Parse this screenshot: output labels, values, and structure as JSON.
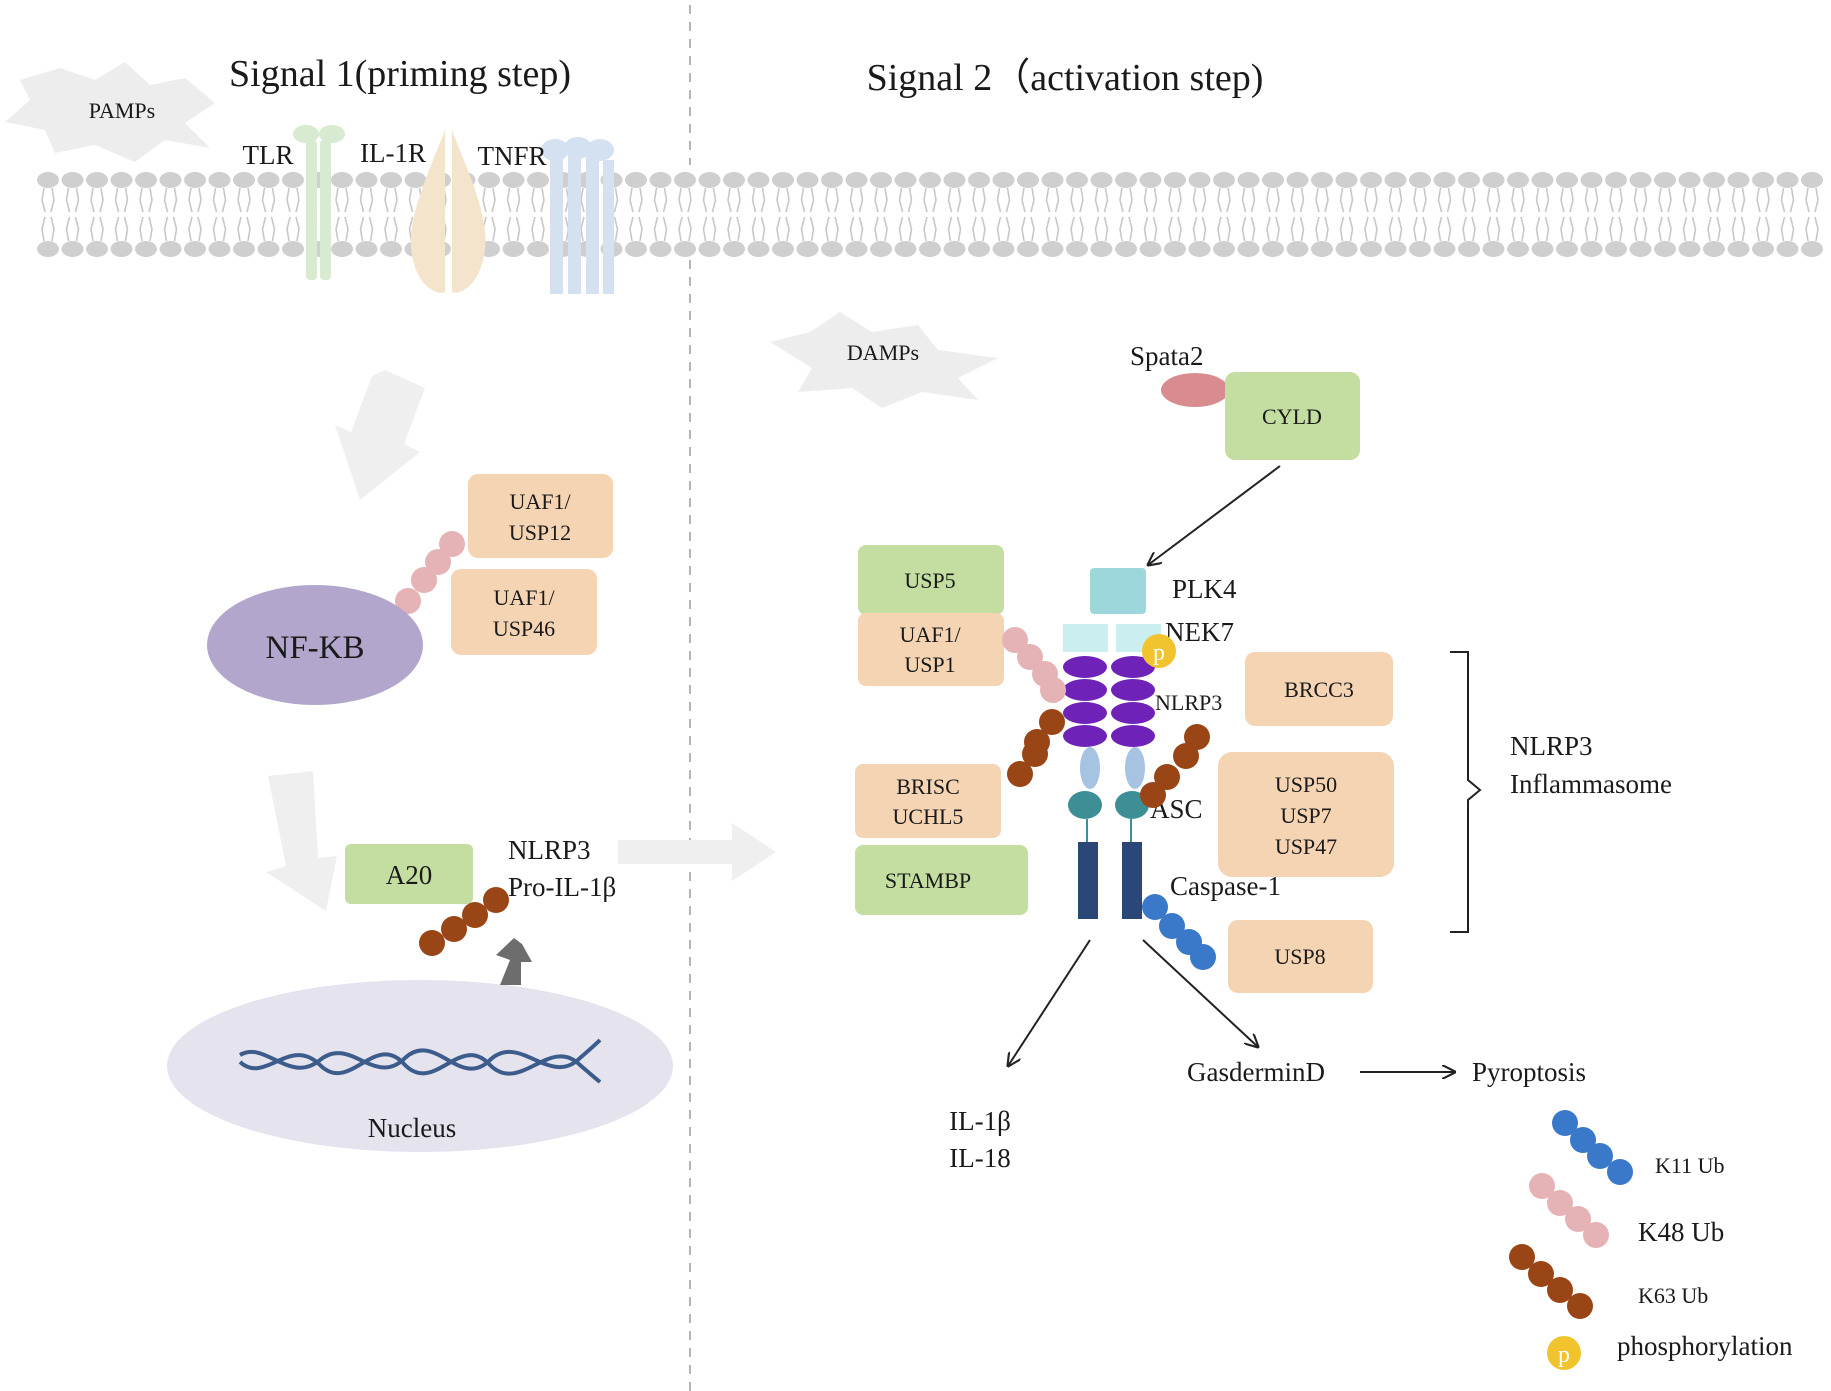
{
  "signal1": {
    "title": "Signal 1(priming step)",
    "pamps": "PAMPs"
  },
  "signal2": {
    "title": "Signal 2（activation step)",
    "damps": "DAMPs"
  },
  "receptors": {
    "tlr": "TLR",
    "il1r": "IL-1R",
    "tnfr": "TNFR"
  },
  "priming": {
    "nfkb": "NF-KB",
    "uaf1_usp12": [
      "UAF1/",
      "USP12"
    ],
    "uaf1_usp46": [
      "UAF1/",
      "USP46"
    ],
    "a20": "A20",
    "products": [
      "NLRP3",
      "Pro-IL-1β"
    ],
    "nucleus": "Nucleus"
  },
  "activation": {
    "spata2": "Spata2",
    "cyld": "CYLD",
    "plk4": "PLK4",
    "nek7": "NEK7",
    "nlrp3": "NLRP3",
    "asc": "ASC",
    "caspase1": "Caspase-1",
    "usp5": "USP5",
    "uaf1_usp1": [
      "UAF1/",
      "USP1"
    ],
    "brisc_uchl5": [
      "BRISC",
      "UCHL5"
    ],
    "stambp": "STAMBP",
    "brcc3": "BRCC3",
    "usp_group": [
      "USP50",
      "USP7",
      "USP47"
    ],
    "usp8": "USP8",
    "inflammasome": [
      "NLRP3",
      "Inflammasome"
    ],
    "il_outputs": [
      "IL-1β",
      "IL-18"
    ],
    "gasdermind": "GasderminD",
    "pyroptosis": "Pyroptosis",
    "phospho_mark": "p"
  },
  "legend": [
    {
      "key": "k11",
      "label": "K11 Ub",
      "color": "#3a78c9"
    },
    {
      "key": "k48",
      "label": "K48 Ub",
      "color": "#e5b3b6"
    },
    {
      "key": "k63",
      "label": "K63 Ub",
      "color": "#9a4516"
    },
    {
      "key": "phos",
      "label": "phosphorylation",
      "color": "#f1c32c"
    }
  ],
  "colors": {
    "peach_box": "#f5d4b3",
    "green_box": "#c3dea0",
    "nfkb": "#b3a6cc",
    "nucleus": "#e5e3ee",
    "nlrp3_domain": "#6e22b7",
    "asc_domain": "#3d8f95",
    "caspase": "#2a4778",
    "plk4": "#9ed7db",
    "spata2": "#d98c8f",
    "membrane": "#cfcfcf"
  }
}
